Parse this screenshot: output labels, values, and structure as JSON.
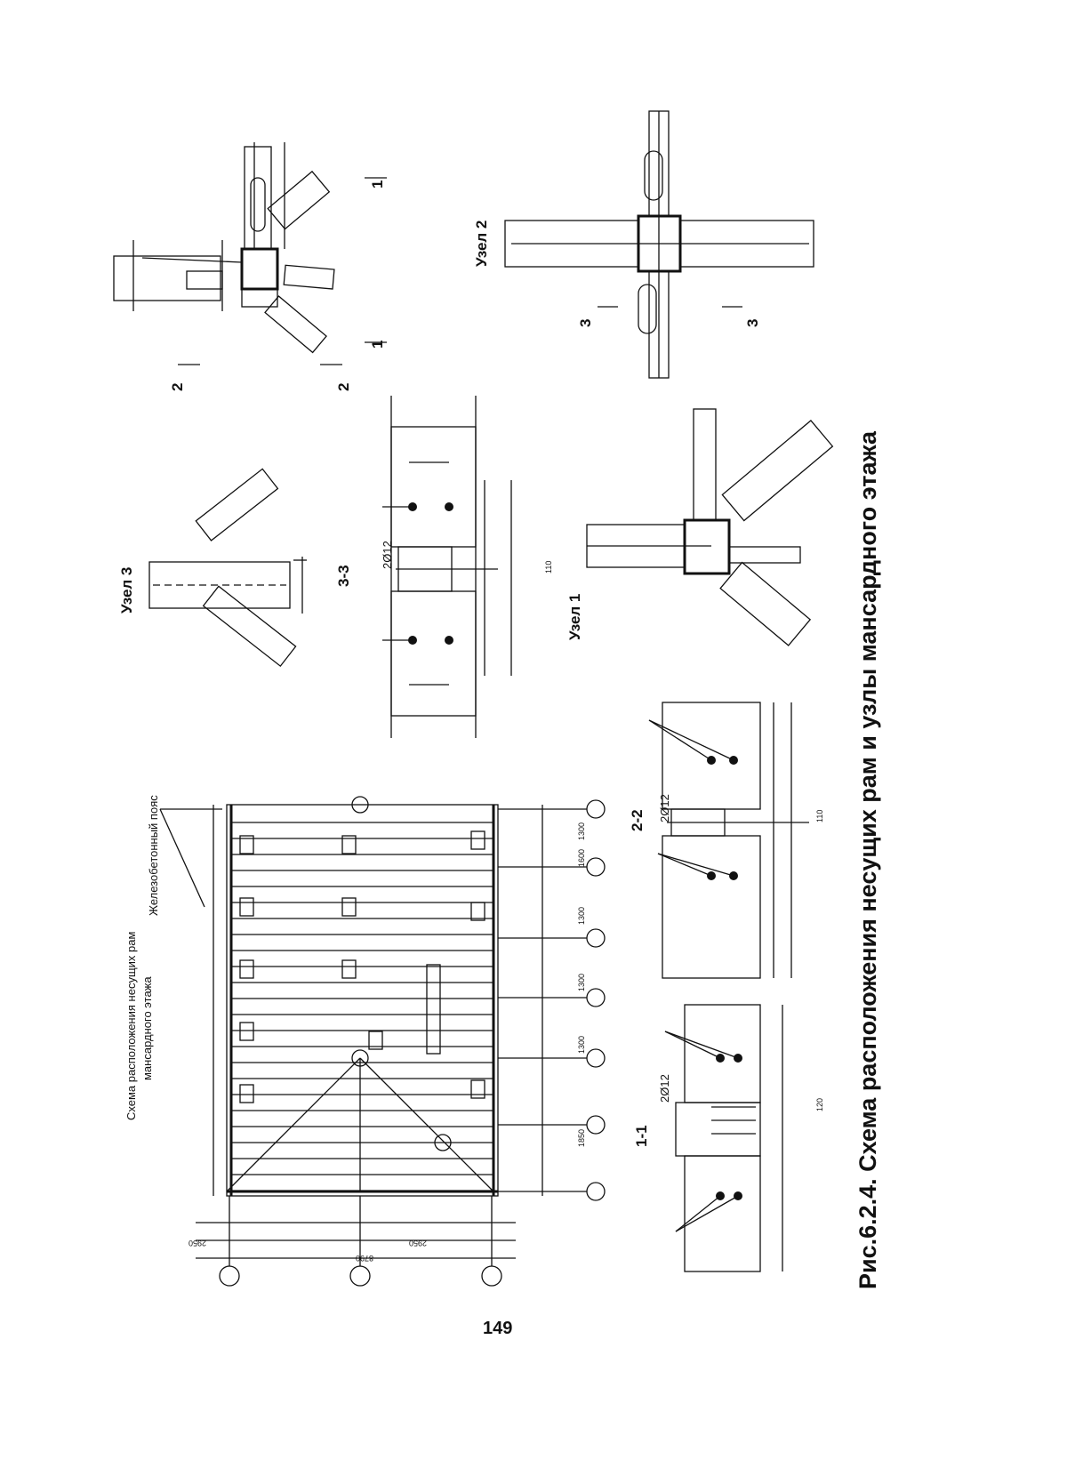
{
  "page": {
    "caption": "Рис.6.2.4. Схема расположения несущих рам и узлы мансардного этажа",
    "page_number": "149"
  },
  "plan": {
    "title_line1": "Схема расположения несущих рам",
    "title_line2": "мансардного этажа",
    "belt_label": "Железобетонный пояс",
    "axis_dims": [
      "1850",
      "1300",
      "1300",
      "1300",
      "1600",
      "1300"
    ],
    "side_dims": [
      "2950",
      "2950",
      "8790"
    ]
  },
  "sections": {
    "s11": "1-1",
    "s22": "2-2",
    "s33": "3-3"
  },
  "nodes": {
    "n1": "Узел 1",
    "n2": "Узел 2",
    "n3": "Узел 3"
  },
  "marks": {
    "m2": "2",
    "m1": "1",
    "m3": "3",
    "bolt12": "2Ø12",
    "d110": "110",
    "d120": "120"
  }
}
